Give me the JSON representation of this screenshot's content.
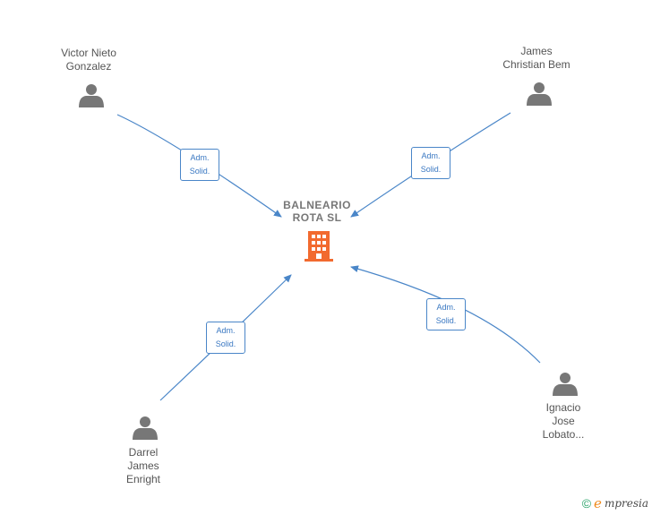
{
  "company": {
    "name": "BALNEARIO\nROTA  SL",
    "icon": "building-icon",
    "color": "#f26a2f"
  },
  "persons": [
    {
      "id": "victor",
      "name": "Victor Nieto\nGonzalez",
      "icon": "person-icon"
    },
    {
      "id": "james",
      "name": "James\nChristian Bem",
      "icon": "person-icon"
    },
    {
      "id": "darrel",
      "name": "Darrel\nJames\nEnright",
      "icon": "person-icon"
    },
    {
      "id": "ignacio",
      "name": "Ignacio\nJose\nLobato...",
      "icon": "person-icon"
    }
  ],
  "relations": [
    {
      "from": "victor",
      "role": "Adm.\nSolid."
    },
    {
      "from": "james",
      "role": "Adm.\nSolid."
    },
    {
      "from": "darrel",
      "role": "Adm.\nSolid."
    },
    {
      "from": "ignacio",
      "role": "Adm.\nSolid."
    }
  ],
  "colors": {
    "edge": "#4a86c8",
    "person": "#777777",
    "text": "#555555"
  },
  "footer": {
    "copyright": "©",
    "brand_initial": "e",
    "brand_rest": "mpresia"
  }
}
